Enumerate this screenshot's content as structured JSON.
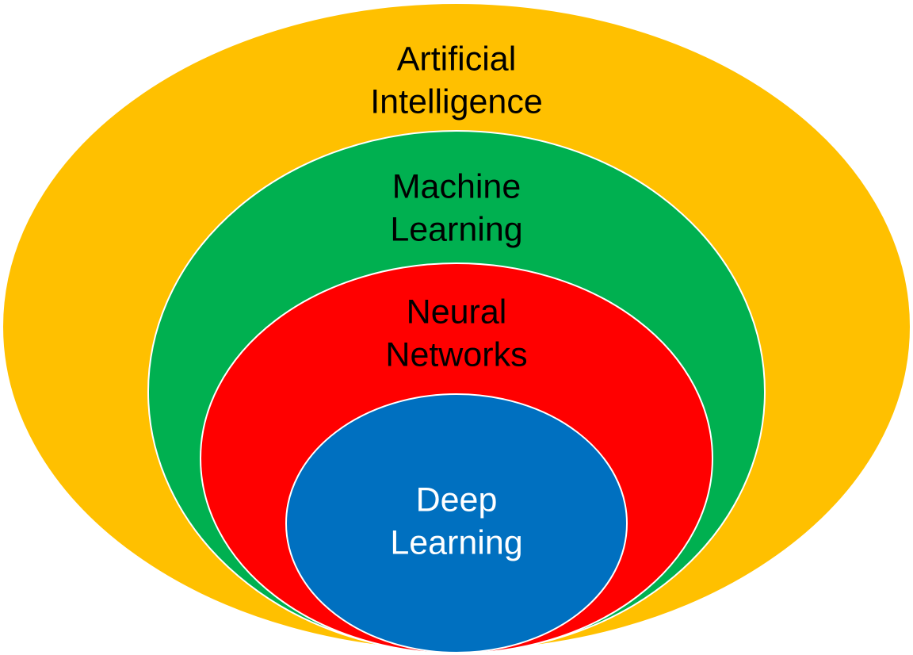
{
  "diagram": {
    "rings": [
      {
        "key": "ai",
        "line1": "Artificial",
        "line2": "Intelligence",
        "fill": "#FFC000",
        "text_color": "#000000"
      },
      {
        "key": "ml",
        "line1": "Machine",
        "line2": "Learning",
        "fill": "#00B050",
        "text_color": "#000000"
      },
      {
        "key": "nn",
        "line1": "Neural",
        "line2": "Networks",
        "fill": "#FF0000",
        "text_color": "#000000"
      },
      {
        "key": "dl",
        "line1": "Deep",
        "line2": "Learning",
        "fill": "#0070C0",
        "text_color": "#FFFFFF"
      }
    ],
    "outline_color": "#FFFFFF"
  }
}
